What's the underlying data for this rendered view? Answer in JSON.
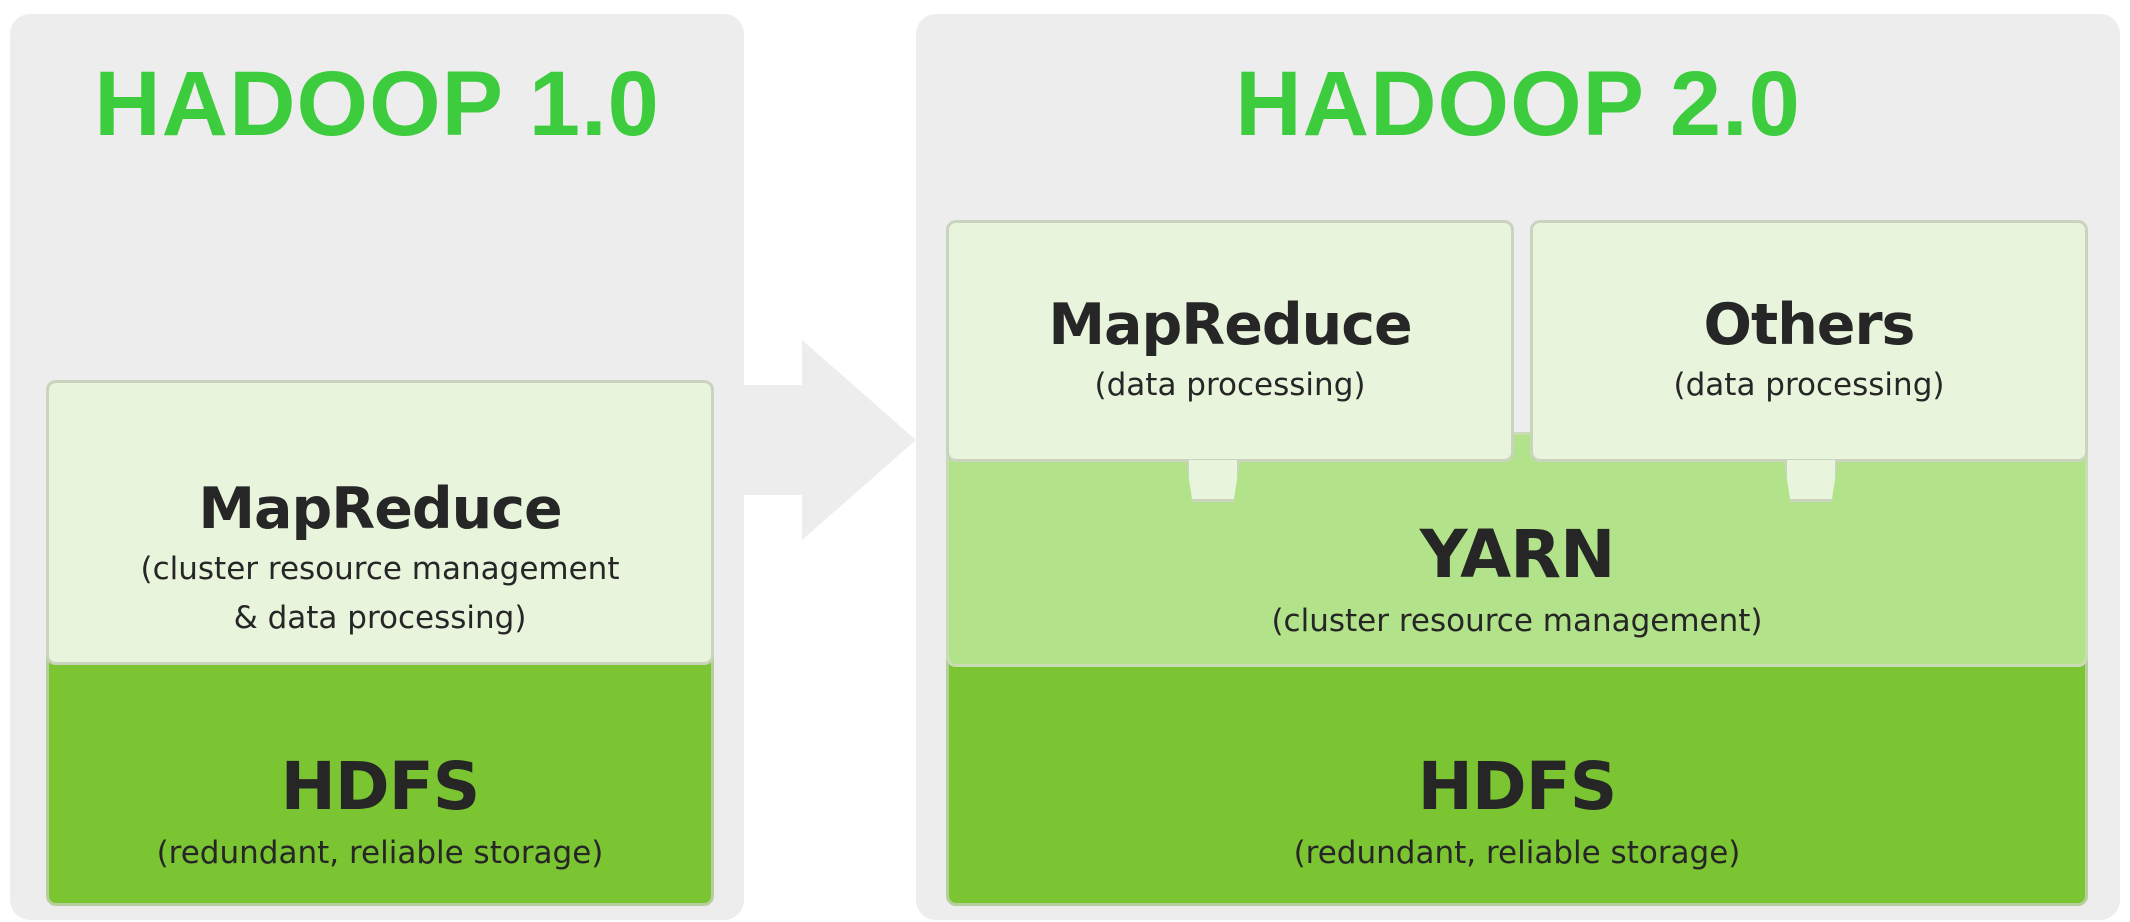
{
  "hadoop1": {
    "title": "HADOOP 1.0",
    "mapreduce": {
      "title": "MapReduce",
      "subtitle_line1": "(cluster resource management",
      "subtitle_line2": "& data processing)"
    },
    "hdfs": {
      "title": "HDFS",
      "subtitle": "(redundant, reliable storage)"
    }
  },
  "hadoop2": {
    "title": "HADOOP 2.0",
    "mapreduce": {
      "title": "MapReduce",
      "subtitle": "(data processing)"
    },
    "others": {
      "title": "Others",
      "subtitle": "(data processing)"
    },
    "yarn": {
      "title": "YARN",
      "subtitle": "(cluster resource management)"
    },
    "hdfs": {
      "title": "HDFS",
      "subtitle": "(redundant, reliable storage)"
    }
  },
  "colors": {
    "title_green": "#3dcc3d",
    "hdfs_green": "#7bc533",
    "yarn_green": "#b2e38a",
    "light_green": "#e8f5dc",
    "panel_gray": "#ededed"
  }
}
